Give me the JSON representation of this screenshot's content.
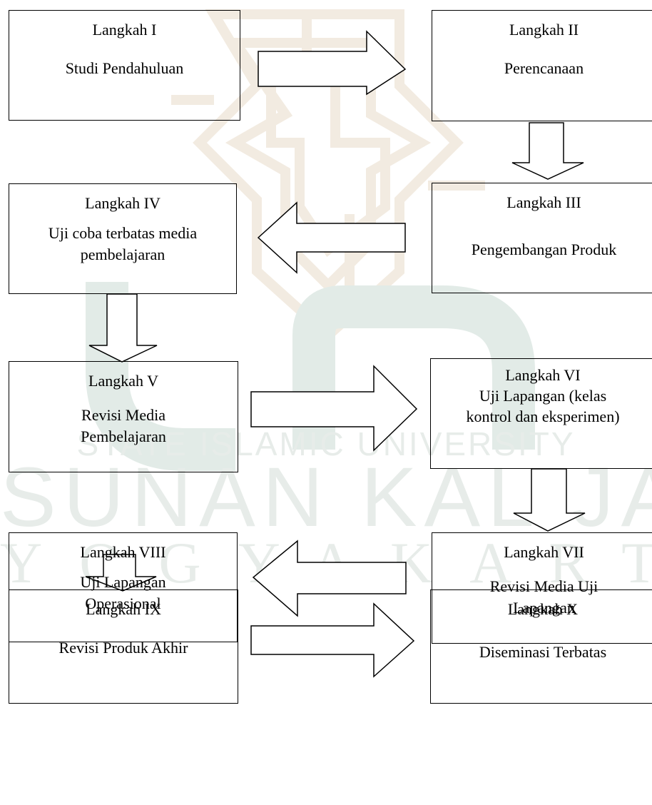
{
  "watermark": {
    "line1": "STATE ISLAMIC UNIVERSITY",
    "line2": "SUNAN KALIJAGA",
    "line3": "YOGYAKARTA",
    "color": "#e7ece9"
  },
  "steps": [
    {
      "title": "Langkah I",
      "desc": "Studi Pendahuluan"
    },
    {
      "title": "Langkah II",
      "desc": "Perencanaan"
    },
    {
      "title": "Langkah III",
      "desc": "Pengembangan Produk"
    },
    {
      "title": "Langkah IV",
      "desc": "Uji coba terbatas media pembelajaran"
    },
    {
      "title": "Langkah V",
      "desc": "Revisi Media Pembelajaran"
    },
    {
      "title": "Langkah VI",
      "desc": "Uji Lapangan (kelas kontrol dan eksperimen)"
    },
    {
      "title": "Langkah VII",
      "desc": "Revisi Media Uji Lapangan"
    },
    {
      "title": "Langkah VIII",
      "desc": "Uji Lapangan Operasional"
    },
    {
      "title": "Langkah IX",
      "desc": "Revisi Produk Akhir"
    },
    {
      "title": "Langkah X",
      "desc": "Diseminasi Terbatas"
    }
  ],
  "flow": [
    {
      "from": "Langkah I",
      "to": "Langkah II",
      "direction": "right"
    },
    {
      "from": "Langkah II",
      "to": "Langkah III",
      "direction": "down"
    },
    {
      "from": "Langkah III",
      "to": "Langkah IV",
      "direction": "left"
    },
    {
      "from": "Langkah IV",
      "to": "Langkah V",
      "direction": "down"
    },
    {
      "from": "Langkah V",
      "to": "Langkah VI",
      "direction": "right"
    },
    {
      "from": "Langkah VI",
      "to": "Langkah VII",
      "direction": "down"
    },
    {
      "from": "Langkah VII",
      "to": "Langkah VIII",
      "direction": "left"
    },
    {
      "from": "Langkah VIII",
      "to": "Langkah IX",
      "direction": "down"
    },
    {
      "from": "Langkah IX",
      "to": "Langkah X",
      "direction": "right"
    }
  ]
}
